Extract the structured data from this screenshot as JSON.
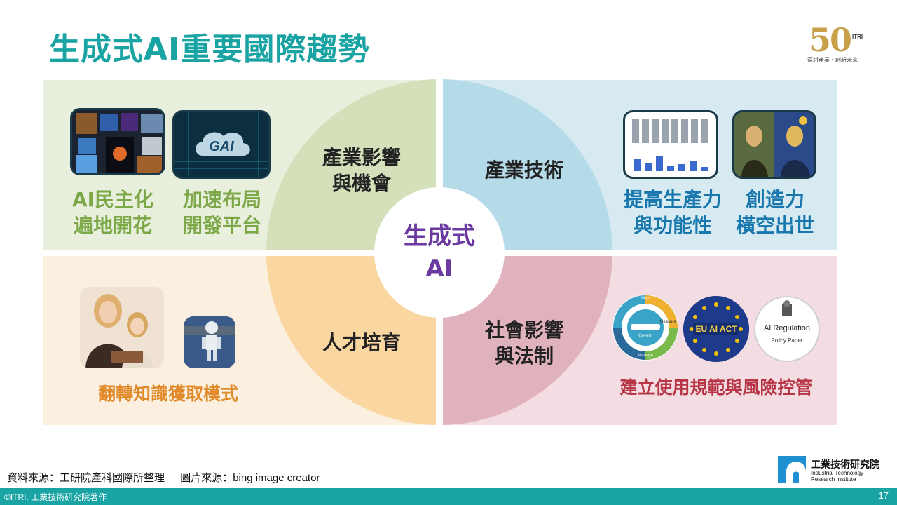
{
  "title": "生成式AI重要國際趨勢",
  "logo": {
    "number": "50",
    "brand": "ITRI",
    "slogan": "深耕產業・創新未來"
  },
  "center": {
    "line1": "生成式",
    "line2": "AI"
  },
  "quadrants": {
    "top_left": {
      "heading_line1": "產業影響",
      "heading_line2": "與機會",
      "item1_line1": "AI民主化",
      "item1_line2": "遍地開花",
      "item2_line1": "加速布局",
      "item2_line2": "開發平台",
      "gai_label": "GAI"
    },
    "top_right": {
      "heading": "產業技術",
      "item1_line1": "提高生產力",
      "item1_line2": "與功能性",
      "item2_line1": "創造力",
      "item2_line2": "橫空出世"
    },
    "bottom_left": {
      "heading": "人才培育",
      "caption": "翻轉知識獲取模式"
    },
    "bottom_right": {
      "heading_line1": "社會影響",
      "heading_line2": "與法制",
      "caption": "建立使用規範與風險控管",
      "eu_label": "EU AI ACT",
      "reg_title": "AI Regulation",
      "reg_sub": "Policy Paper",
      "ring_top": "Map",
      "ring_right": "Measure",
      "ring_bottom": "Manage",
      "ring_center": "Govern"
    }
  },
  "footer": {
    "source": "資料來源：工研院產科國際所整理",
    "image_source": "圖片來源：bing image creator",
    "copyright": "©ITRI. 工業技術研究院著作",
    "page": "17",
    "org_name": "工業技術研究院",
    "org_en1": "Industrial Technology",
    "org_en2": "Research Institute"
  },
  "colors": {
    "teal": "#1aa3a3",
    "green": "#7da848",
    "blue": "#1878ae",
    "orange": "#e08a2a",
    "red": "#b73545",
    "purple": "#6b3aa0"
  }
}
